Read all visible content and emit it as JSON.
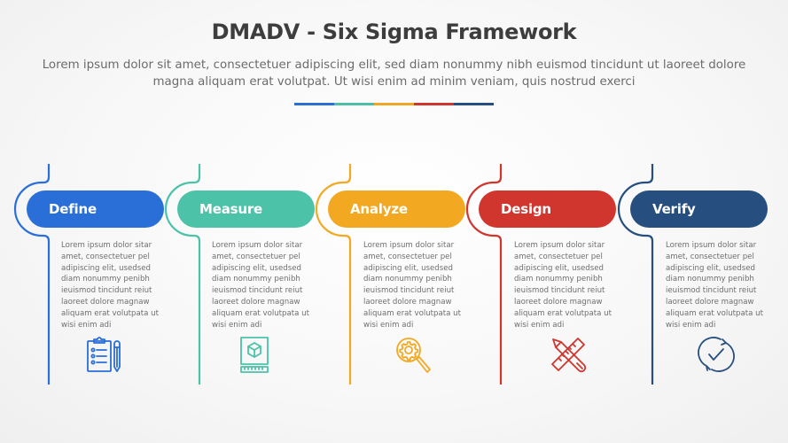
{
  "header": {
    "title": "DMADV - Six Sigma Framework",
    "subtitle": "Lorem ipsum dolor sit amet, consectetuer adipiscing elit, sed diam nonummy nibh euismod tincidunt ut laoreet dolore magna aliquam erat volutpat. Ut wisi enim ad minim veniam, quis nostrud exerci"
  },
  "divider_colors": [
    "#2b6fd6",
    "#4cbfa6",
    "#f0a824",
    "#cf3630",
    "#264f7f"
  ],
  "steps": [
    {
      "label": "Define",
      "color": "#2a6ed8",
      "icon": "clipboard-checklist-icon",
      "description": "Lorem ipsum dolor sitar amet, consectetuer pel adipiscing elit, usedsed diam nonummy penibh ieuismod tincidunt reiut laoreet dolore magnaw aliquam erat volutpata ut wisi enim adi"
    },
    {
      "label": "Measure",
      "color": "#4cc2a8",
      "icon": "measurement-box-ruler-icon",
      "description": "Lorem ipsum dolor sitar amet, consectetuer pel adipiscing elit, usedsed diam nonummy penibh ieuismod tincidunt reiut laoreet dolore magnaw aliquam erat volutpata ut wisi enim adi"
    },
    {
      "label": "Analyze",
      "color": "#f2a921",
      "icon": "magnifier-gear-icon",
      "description": "Lorem ipsum dolor sitar amet, consectetuer pel adipiscing elit, usedsed diam nonummy penibh ieuismod tincidunt reiut laoreet dolore magnaw aliquam erat volutpata ut wisi enim adi"
    },
    {
      "label": "Design",
      "color": "#d0352e",
      "icon": "pencil-ruler-icon",
      "description": "Lorem ipsum dolor sitar amet, consectetuer pel adipiscing elit, usedsed diam nonummy penibh ieuismod tincidunt reiut laoreet dolore magnaw aliquam erat volutpata ut wisi enim adi"
    },
    {
      "label": "Verify",
      "color": "#264f80",
      "icon": "refresh-check-icon",
      "description": "Lorem ipsum dolor sitar amet, consectetuer pel adipiscing elit, usedsed diam nonummy penibh ieuismod tincidunt reiut laoreet dolore magnaw aliquam erat volutpata ut wisi enim adi"
    }
  ]
}
